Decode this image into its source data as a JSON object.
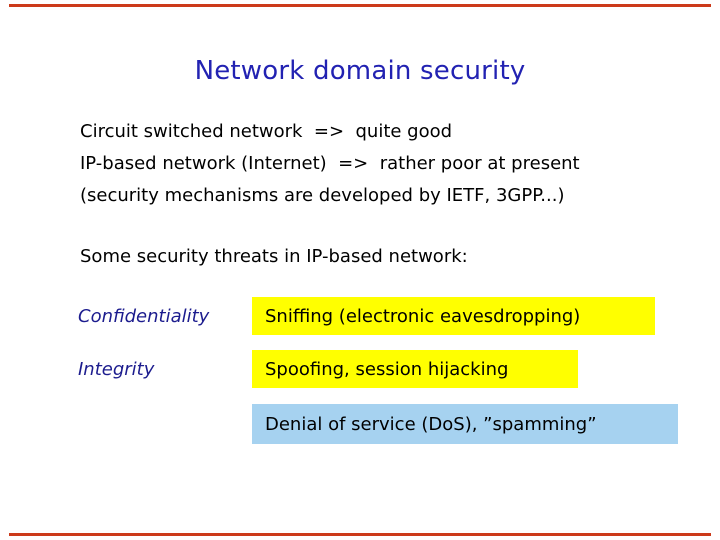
{
  "slide": {
    "background": "#ffffff",
    "rule_color": "#cc3a1a",
    "title": {
      "text": "Network domain security",
      "color": "#2222b2"
    },
    "intro_lines": [
      "Circuit switched network  =>  quite good",
      "IP-based network (Internet)  =>  rather poor at present",
      "(security mechanisms are developed by IETF, 3GPP...)"
    ],
    "threats_heading": "Some security threats in IP-based network:",
    "label_color": "#1c1c8e",
    "threat_rows": [
      {
        "label": "Confidentiality",
        "value": "Sniffing (electronic eavesdropping)",
        "box_color": "#ffff00"
      },
      {
        "label": "Integrity",
        "value": "Spoofing, session hijacking",
        "box_color": "#ffff00"
      },
      {
        "label": "",
        "value": "Denial of service (DoS), ”spamming”",
        "box_color": "#a6d2f0"
      }
    ]
  }
}
